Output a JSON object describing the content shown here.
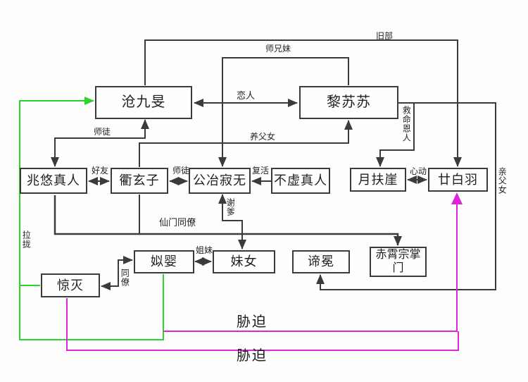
{
  "nodes": {
    "cangjiumin": "沧九旻",
    "lisusu": "黎苏苏",
    "zhaoyouzhenren": "兆悠真人",
    "quxuanzi": "衢玄子",
    "gongyejiwu": "公冶寂无",
    "buxuzhenren": "不虚真人",
    "yuefuya": "月扶崖",
    "nianbaiyu": "廿白羽",
    "siying": "姒婴",
    "meinv": "妹女",
    "dimian": "谛冕",
    "chixiaozongzhangmen": "赤霄宗掌门",
    "jingmie": "惊灭"
  },
  "edge_labels": {
    "jiubu": "旧部",
    "shixiongmei": "师兄妹",
    "lianren": "恋人",
    "shitu_cang_zhaoyou": "师徒",
    "yangfunv": "养父女",
    "jiumingenren": "救命恩人",
    "haoyou": "好友",
    "shitu_qu_gongye": "师徒",
    "fuhuo": "复活",
    "xindong": "心动",
    "qinfunv": "亲父女",
    "xiedie": "谢爹",
    "xianmentongliao": "仙门同僚",
    "lalong": "拉拢",
    "jiemei": "姐妹",
    "tongliao": "同僚",
    "xiepo_top": "胁迫",
    "xiepo_bottom": "胁迫"
  },
  "colors": {
    "line": "#3b3b3b",
    "highlight_green": "#2ed32e",
    "highlight_magenta": "#dc25d8"
  }
}
